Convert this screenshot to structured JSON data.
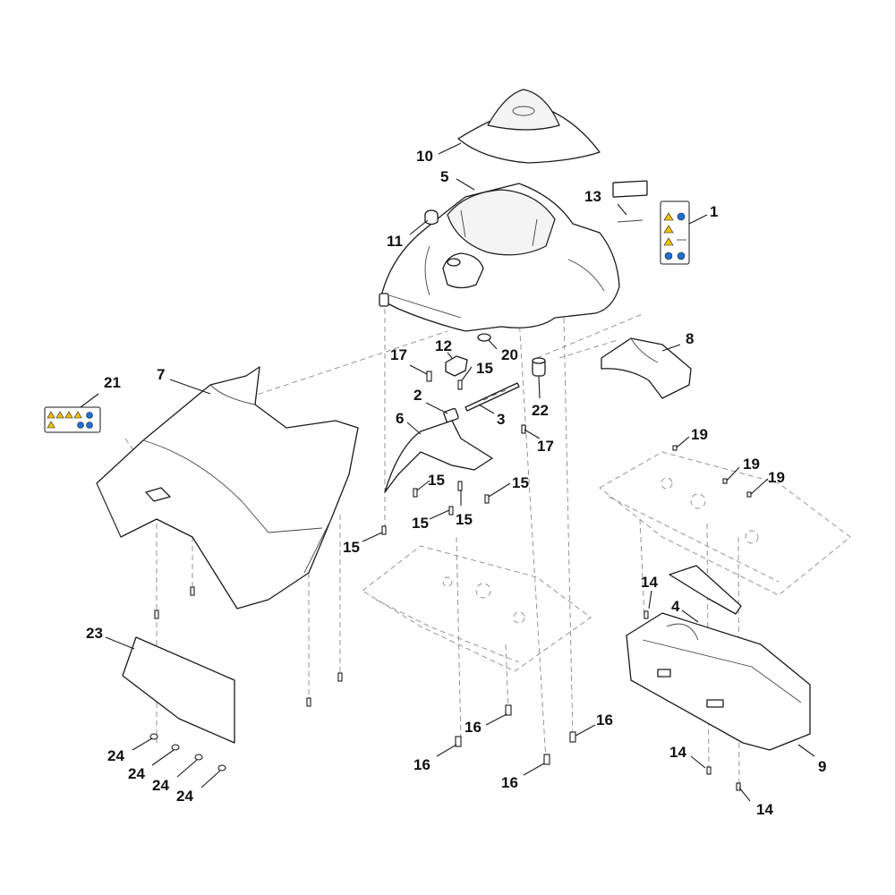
{
  "diagram": {
    "callouts": [
      {
        "id": "c1",
        "label": "1"
      },
      {
        "id": "c2",
        "label": "2"
      },
      {
        "id": "c3",
        "label": "3"
      },
      {
        "id": "c4",
        "label": "4"
      },
      {
        "id": "c5",
        "label": "5"
      },
      {
        "id": "c6",
        "label": "6"
      },
      {
        "id": "c7",
        "label": "7"
      },
      {
        "id": "c8",
        "label": "8"
      },
      {
        "id": "c9",
        "label": "9"
      },
      {
        "id": "c10",
        "label": "10"
      },
      {
        "id": "c11",
        "label": "11"
      },
      {
        "id": "c12",
        "label": "12"
      },
      {
        "id": "c13",
        "label": "13"
      },
      {
        "id": "c14a",
        "label": "14"
      },
      {
        "id": "c14b",
        "label": "14"
      },
      {
        "id": "c14c",
        "label": "14"
      },
      {
        "id": "c15a",
        "label": "15"
      },
      {
        "id": "c15b",
        "label": "15"
      },
      {
        "id": "c15c",
        "label": "15"
      },
      {
        "id": "c15d",
        "label": "15"
      },
      {
        "id": "c15e",
        "label": "15"
      },
      {
        "id": "c15f",
        "label": "15"
      },
      {
        "id": "c16a",
        "label": "16"
      },
      {
        "id": "c16b",
        "label": "16"
      },
      {
        "id": "c16c",
        "label": "16"
      },
      {
        "id": "c16d",
        "label": "16"
      },
      {
        "id": "c17a",
        "label": "17"
      },
      {
        "id": "c17b",
        "label": "17"
      },
      {
        "id": "c19a",
        "label": "19"
      },
      {
        "id": "c19b",
        "label": "19"
      },
      {
        "id": "c19c",
        "label": "19"
      },
      {
        "id": "c20",
        "label": "20"
      },
      {
        "id": "c21",
        "label": "21"
      },
      {
        "id": "c22",
        "label": "22"
      },
      {
        "id": "c23",
        "label": "23"
      },
      {
        "id": "c24a",
        "label": "24"
      },
      {
        "id": "c24b",
        "label": "24"
      },
      {
        "id": "c24c",
        "label": "24"
      },
      {
        "id": "c24d",
        "label": "24"
      }
    ]
  }
}
